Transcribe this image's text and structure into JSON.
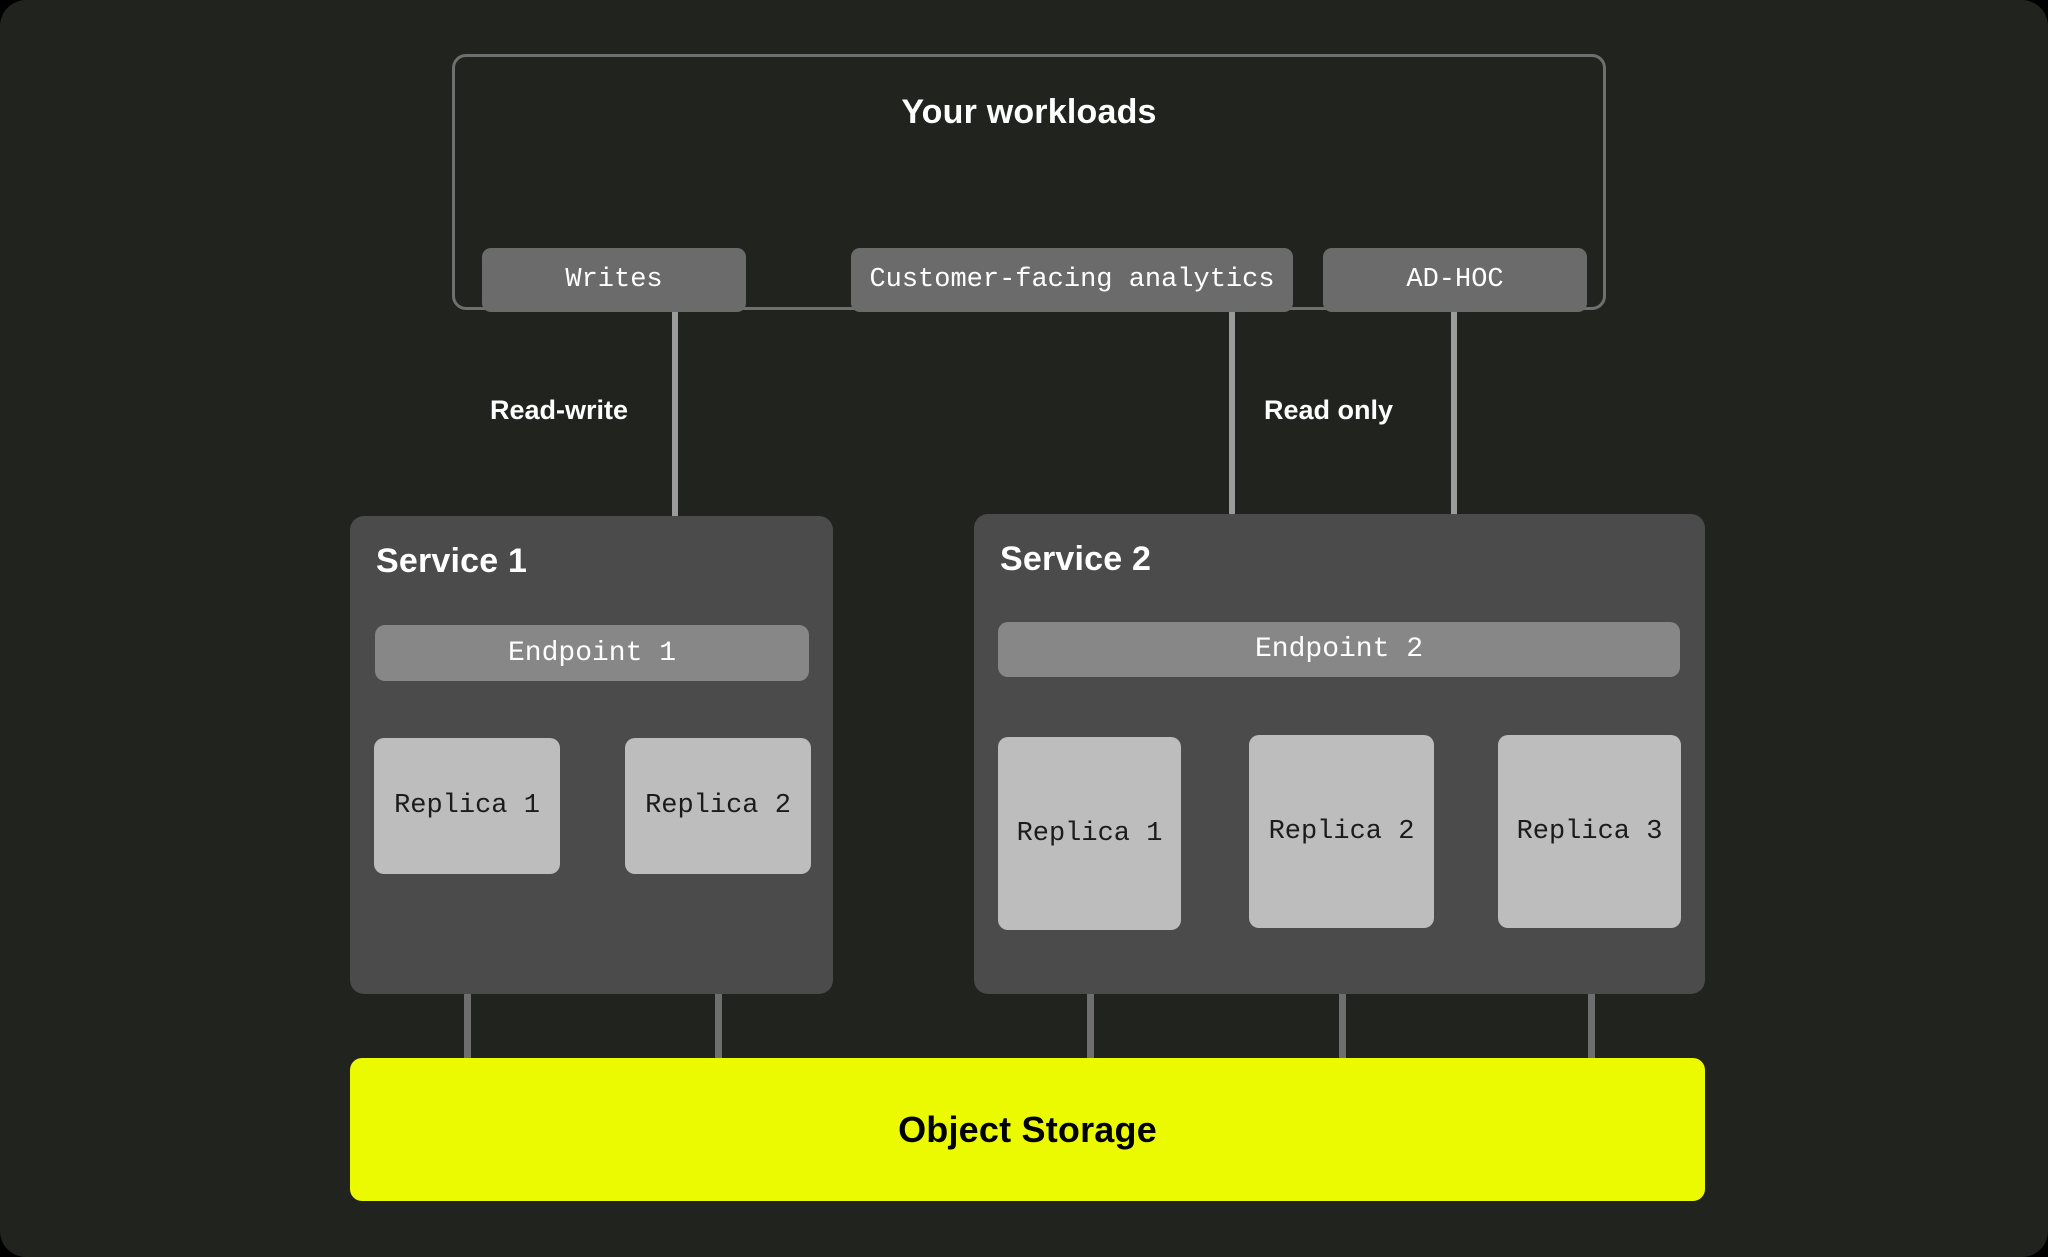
{
  "canvas": {
    "background_color": "#21231e"
  },
  "workloads": {
    "title": "Your workloads",
    "border_color": "#6f6f6f",
    "chips": [
      {
        "id": "writes",
        "label": "Writes"
      },
      {
        "id": "customer-facing-analytics",
        "label": "Customer-facing analytics"
      },
      {
        "id": "ad-hoc",
        "label": "AD-HOC"
      }
    ]
  },
  "edges": {
    "read_write_label": "Read-write",
    "read_only_label": "Read only",
    "line_color": "#6e6e6e",
    "arrow_color": "#9b9b9b"
  },
  "services": [
    {
      "id": "service-1",
      "title": "Service 1",
      "panel_color": "#4b4b4b",
      "endpoint": {
        "label": "Endpoint 1",
        "color": "#878787"
      },
      "replicas": [
        {
          "label": "Replica 1"
        },
        {
          "label": "Replica 2"
        }
      ]
    },
    {
      "id": "service-2",
      "title": "Service 2",
      "panel_color": "#4b4b4b",
      "endpoint": {
        "label": "Endpoint 2",
        "color": "#878787"
      },
      "replicas": [
        {
          "label": "Replica 1"
        },
        {
          "label": "Replica 2"
        },
        {
          "label": "Replica 3"
        }
      ]
    }
  ],
  "storage": {
    "label": "Object Storage",
    "color": "#ecfa00",
    "text_color": "#000000"
  }
}
